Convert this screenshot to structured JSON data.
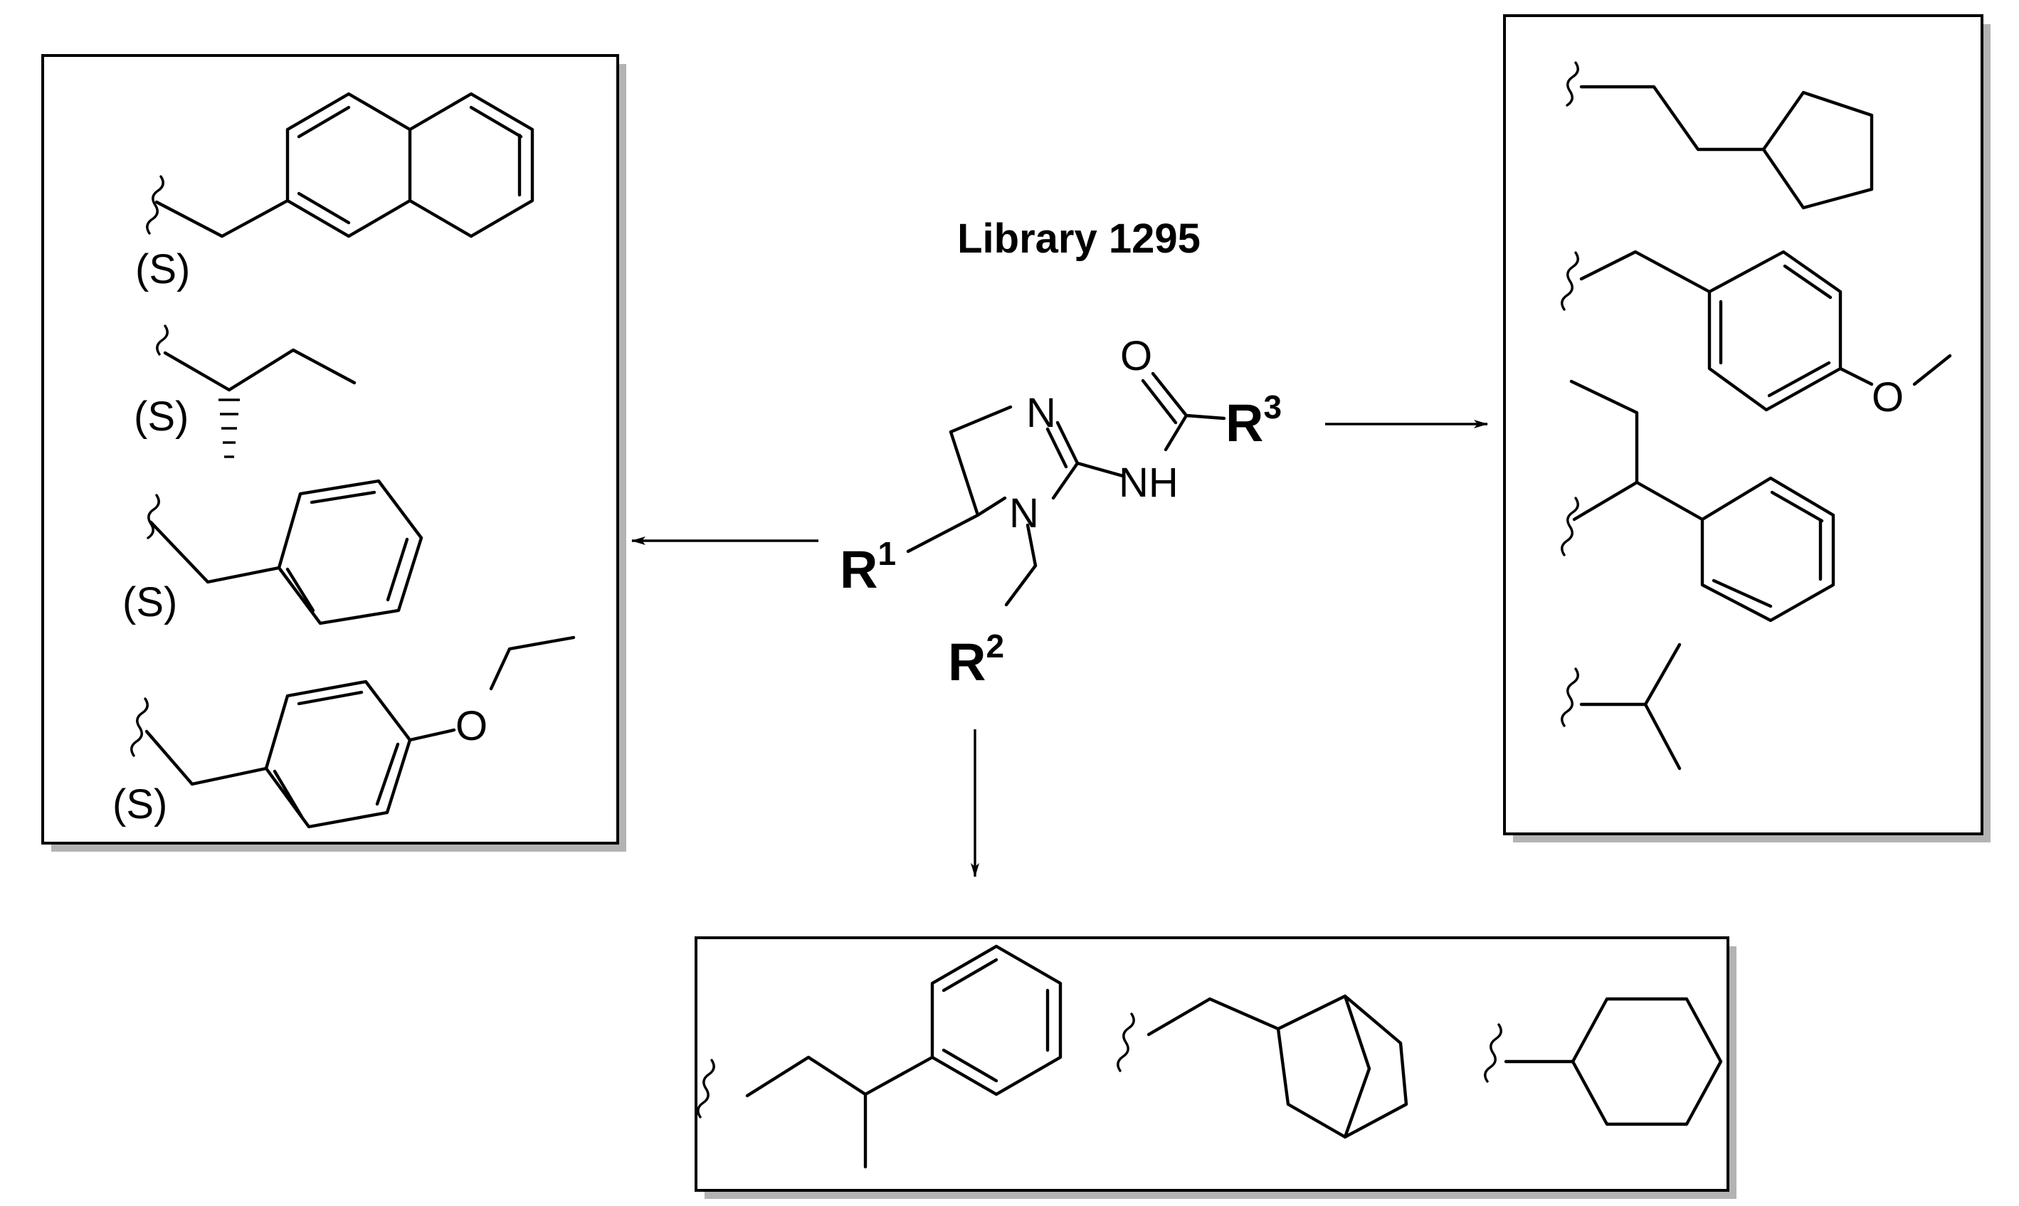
{
  "title": "Library 1295",
  "core": {
    "atoms": {
      "n_ring": "N",
      "n1": "N",
      "o": "O",
      "nh": "NH"
    },
    "r1": {
      "base": "R",
      "sup": "1"
    },
    "r2": {
      "base": "R",
      "sup": "2"
    },
    "r3": {
      "base": "R",
      "sup": "3"
    }
  },
  "r1_box": {
    "stereo_labels": [
      "(S)",
      "(S)",
      "(S)",
      "(S)"
    ],
    "o_label": "O"
  },
  "r3_box": {
    "o_label": "O"
  }
}
